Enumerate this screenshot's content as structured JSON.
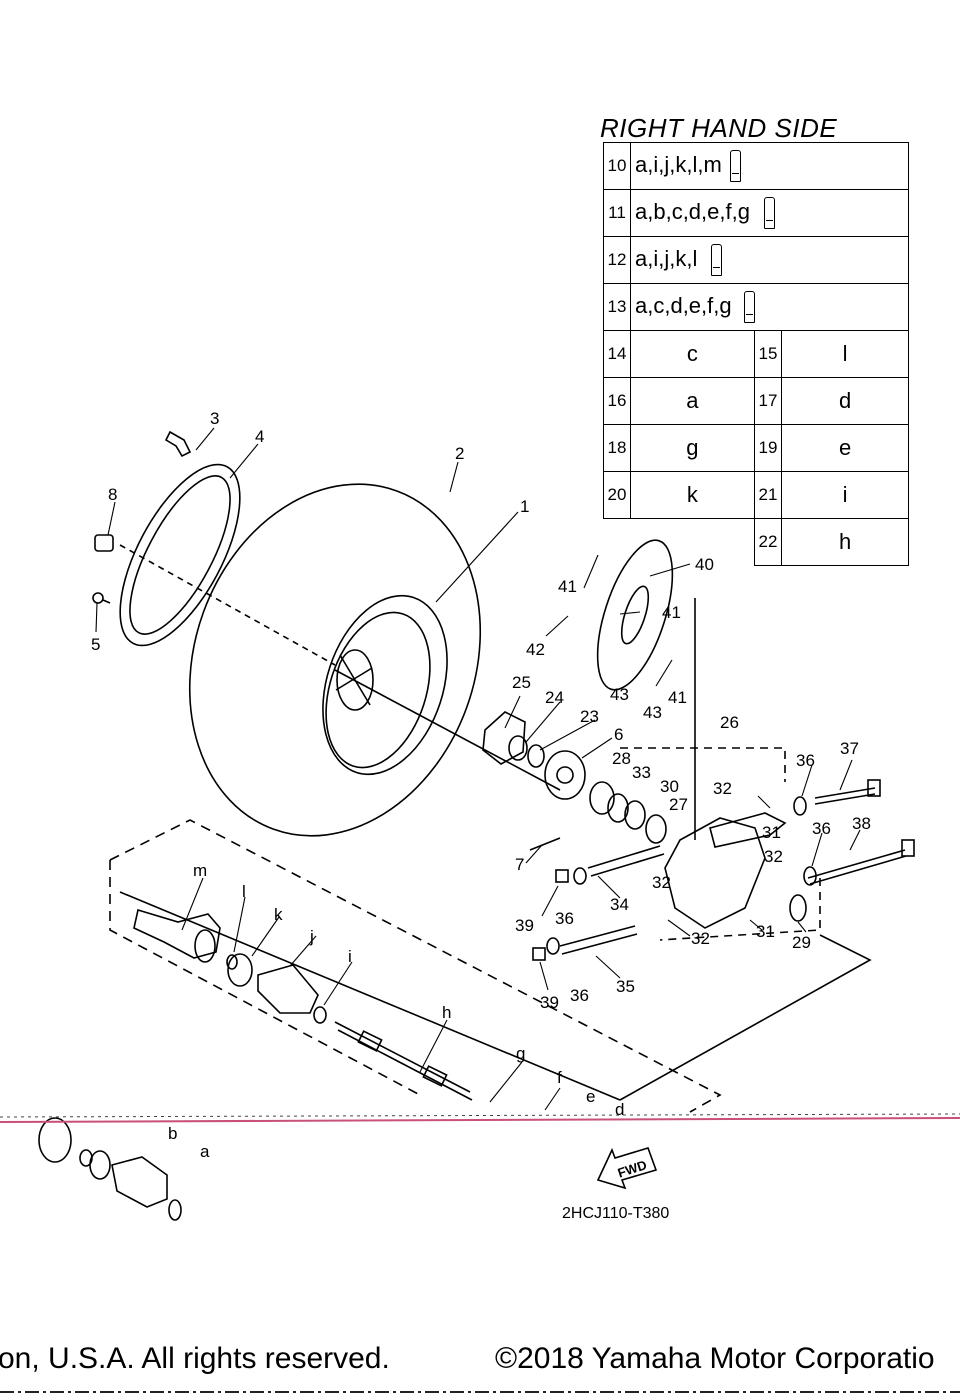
{
  "table": {
    "title": "RIGHT HAND SIDE",
    "rows_wide": [
      {
        "num": "10",
        "codes": "a,i,j,k,l,m"
      },
      {
        "num": "11",
        "codes": "a,b,c,d,e,f,g"
      },
      {
        "num": "12",
        "codes": "a,i,j,k,l"
      },
      {
        "num": "13",
        "codes": "a,c,d,e,f,g"
      }
    ],
    "rows_pair": [
      {
        "n1": "14",
        "c1": "c",
        "n2": "15",
        "c2": "l"
      },
      {
        "n1": "16",
        "c1": "a",
        "n2": "17",
        "c2": "d"
      },
      {
        "n1": "18",
        "c1": "g",
        "n2": "19",
        "c2": "e"
      },
      {
        "n1": "20",
        "c1": "k",
        "n2": "21",
        "c2": "i"
      }
    ],
    "row_last": {
      "n2": "22",
      "c2": "h"
    },
    "tube_icon": "grease-tube-icon"
  },
  "labels": {
    "p1": "1",
    "p2": "2",
    "p3": "3",
    "p4": "4",
    "p5": "5",
    "p6": "6",
    "p7": "7",
    "p8": "8",
    "p23": "23",
    "p24": "24",
    "p25": "25",
    "p26": "26",
    "p27": "27",
    "p28": "28",
    "p29": "29",
    "p30": "30",
    "p31a": "31",
    "p31b": "31",
    "p32a": "32",
    "p32b": "32",
    "p32c": "32",
    "p32d": "32",
    "p33": "33",
    "p34": "34",
    "p35": "35",
    "p36a": "36",
    "p36b": "36",
    "p36c": "36",
    "p36d": "36",
    "p37": "37",
    "p38": "38",
    "p39a": "39",
    "p39b": "39",
    "p40": "40",
    "p41a": "41",
    "p41b": "41",
    "p41c": "41",
    "p42": "42",
    "p43a": "43",
    "p43b": "43",
    "la": "a",
    "lb": "b",
    "ld": "d",
    "le": "e",
    "lf": "f",
    "lg": "g",
    "lh": "h",
    "li": "i",
    "lj": "j",
    "lk": "k",
    "ll": "l",
    "lm": "m"
  },
  "fwd_arrow": "FWD",
  "diagram_code": "2HCJ110-T380",
  "footer": {
    "left": "on, U.S.A. All rights reserved.",
    "right": "©2018 Yamaha Motor Corporatio"
  },
  "colors": {
    "scan_line": "#c8507a",
    "ink": "#000000"
  }
}
